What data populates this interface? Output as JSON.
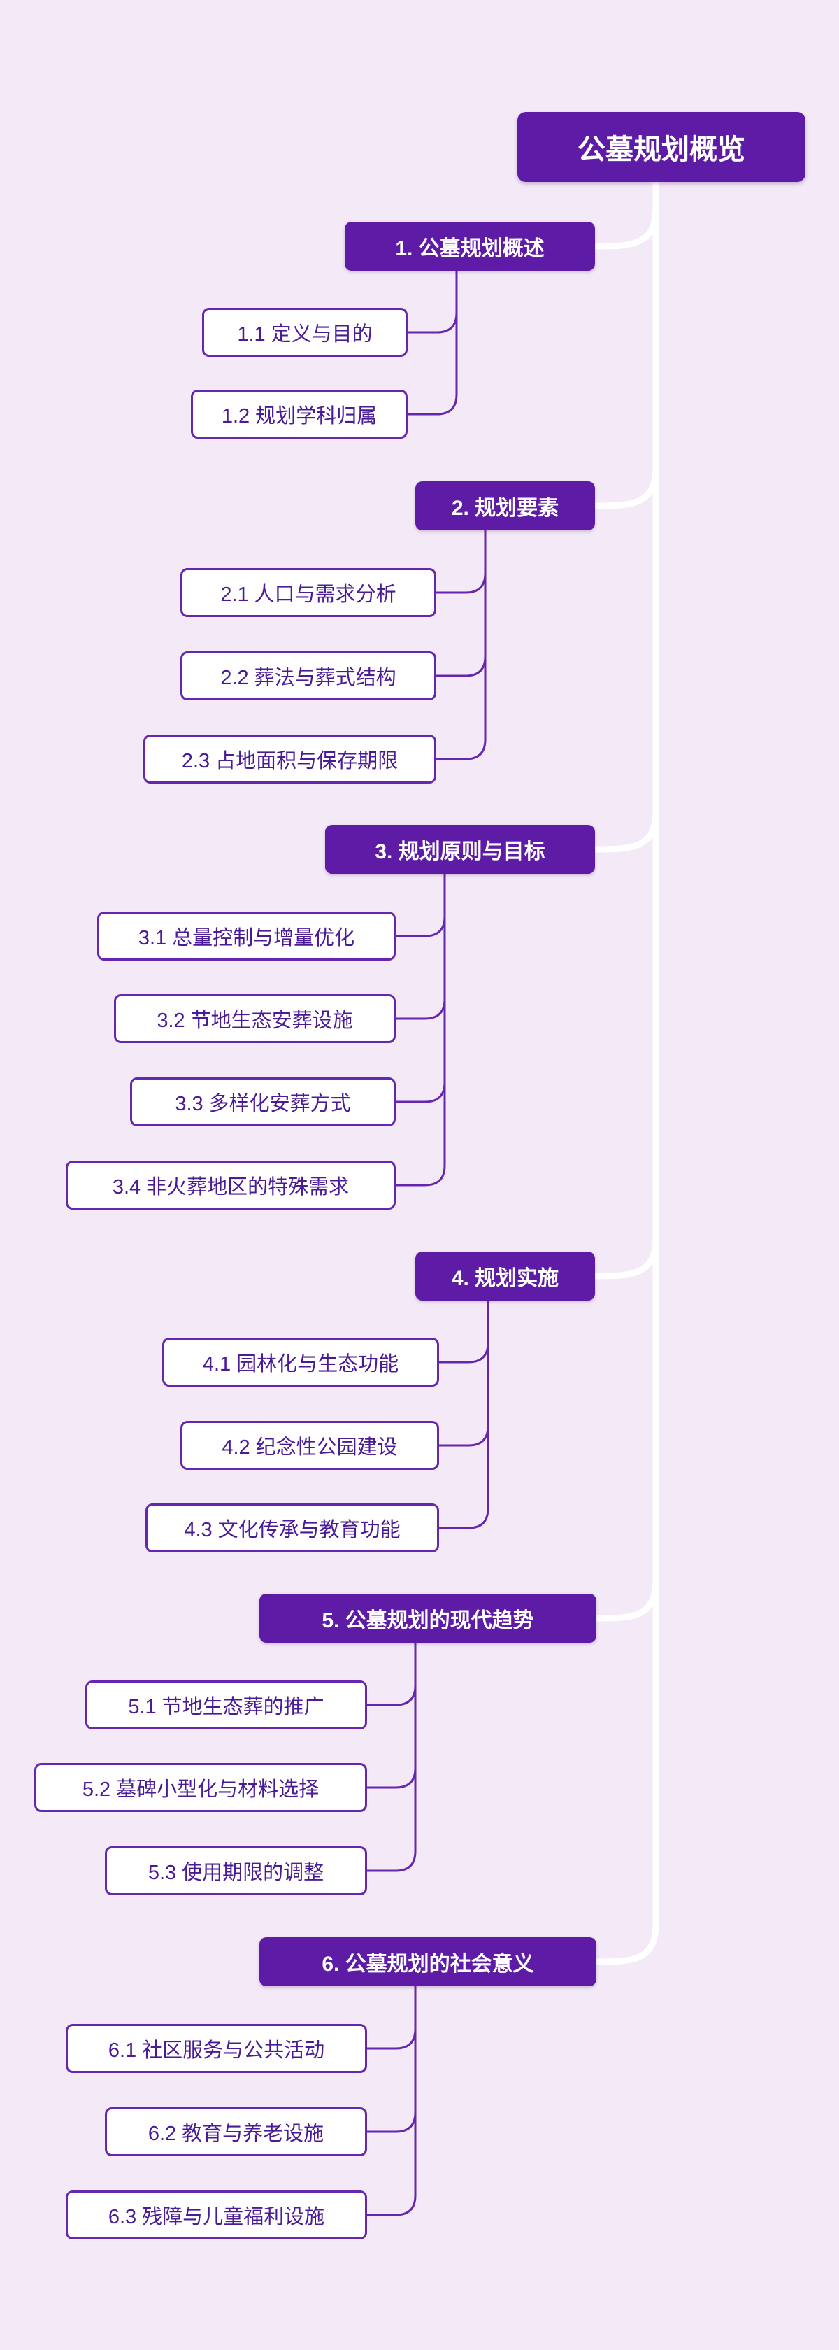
{
  "mindmap": {
    "root": {
      "label": "公墓规划概览"
    },
    "branches": [
      {
        "label": "1. 公墓规划概述",
        "children": [
          {
            "label": "1.1 定义与目的"
          },
          {
            "label": "1.2 规划学科归属"
          }
        ]
      },
      {
        "label": "2. 规划要素",
        "children": [
          {
            "label": "2.1 人口与需求分析"
          },
          {
            "label": "2.2 葬法与葬式结构"
          },
          {
            "label": "2.3 占地面积与保存期限"
          }
        ]
      },
      {
        "label": "3. 规划原则与目标",
        "children": [
          {
            "label": "3.1 总量控制与增量优化"
          },
          {
            "label": "3.2 节地生态安葬设施"
          },
          {
            "label": "3.3 多样化安葬方式"
          },
          {
            "label": "3.4 非火葬地区的特殊需求"
          }
        ]
      },
      {
        "label": "4. 规划实施",
        "children": [
          {
            "label": "4.1 园林化与生态功能"
          },
          {
            "label": "4.2 纪念性公园建设"
          },
          {
            "label": "4.3 文化传承与教育功能"
          }
        ]
      },
      {
        "label": "5. 公墓规划的现代趋势",
        "children": [
          {
            "label": "5.1 节地生态葬的推广"
          },
          {
            "label": "5.2 墓碑小型化与材料选择"
          },
          {
            "label": "5.3 使用期限的调整"
          }
        ]
      },
      {
        "label": "6. 公墓规划的社会意义",
        "children": [
          {
            "label": "6.1 社区服务与公共活动"
          },
          {
            "label": "6.2 教育与养老设施"
          },
          {
            "label": "6.3 残障与儿童福利设施"
          }
        ]
      }
    ],
    "colors": {
      "background": "#f4e9f6",
      "node_fill": "#5e1ca6",
      "node_text": "#ffffff",
      "child_fill": "#ffffff",
      "child_border": "#6527b0",
      "child_text": "#4a1b96",
      "main_link": "#ffffff",
      "child_link": "#6527b0"
    }
  }
}
